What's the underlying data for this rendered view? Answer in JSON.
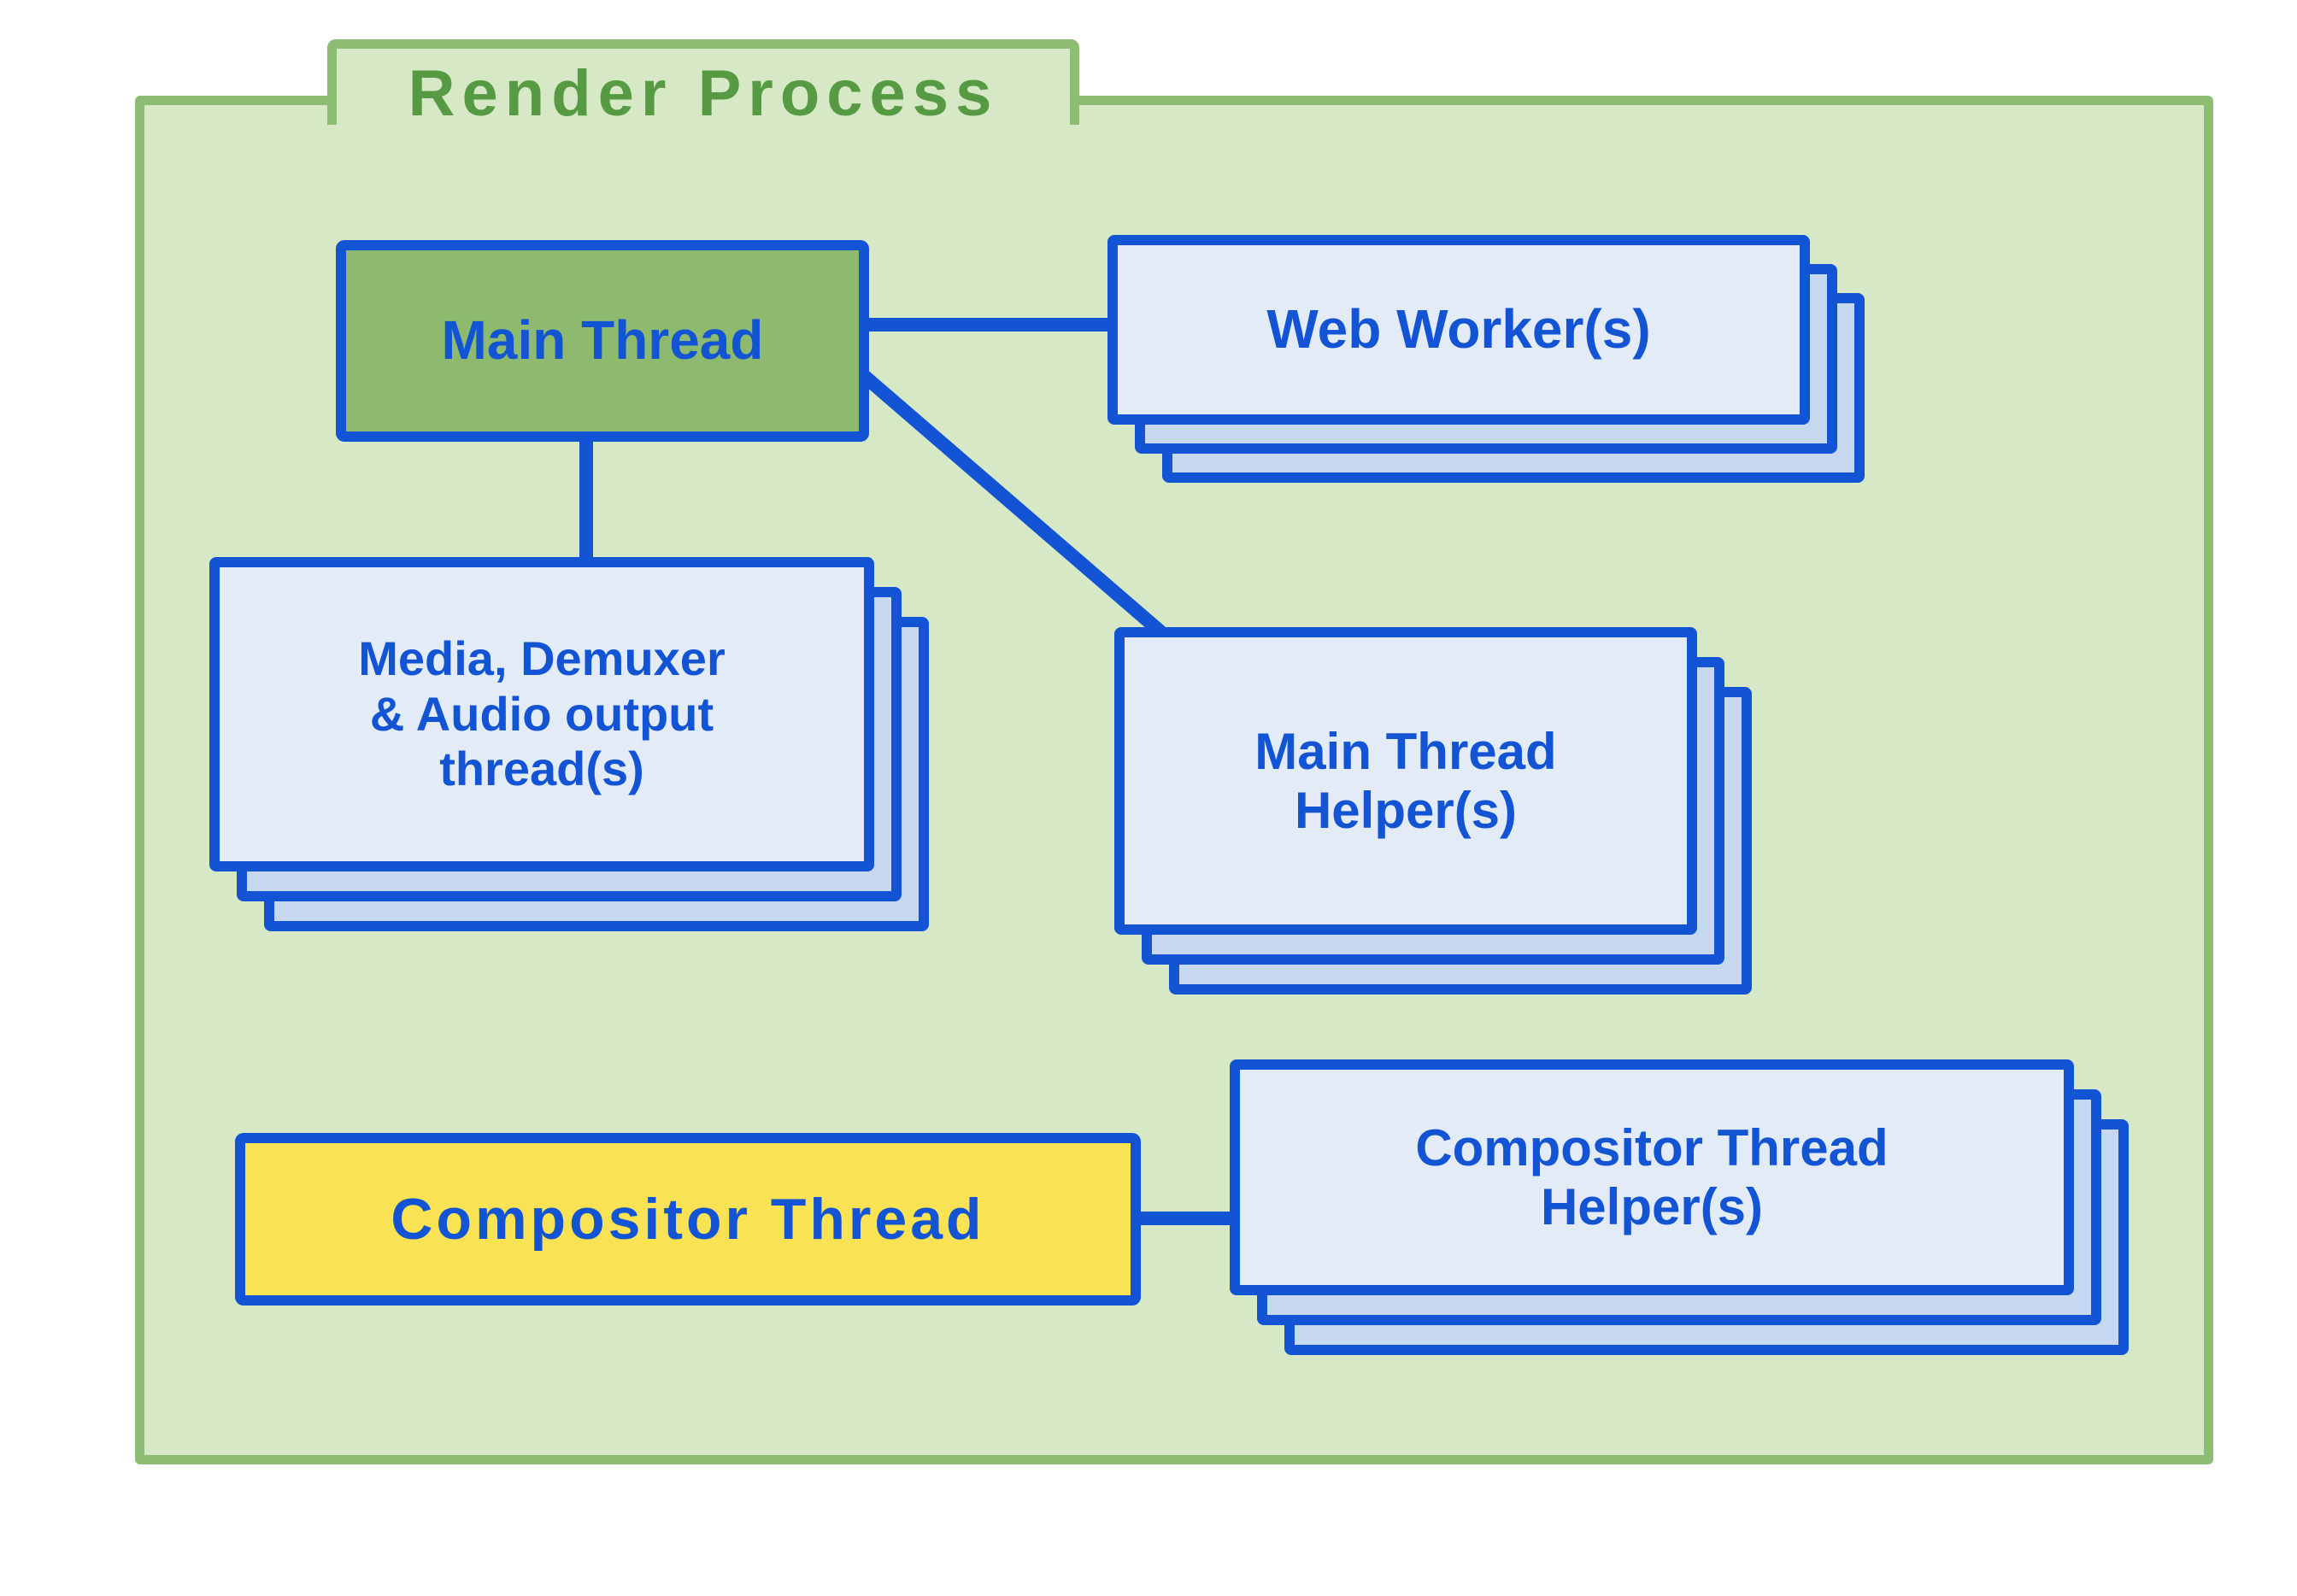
{
  "title": "Render Process",
  "colors": {
    "background": "#ffffff",
    "folder_fill": "#d6e8c5",
    "folder_border": "#8dbd72",
    "title_text": "#579a44",
    "node_border": "#1254d4",
    "node_text": "#1254d4",
    "green_node_fill": "#8dba6e",
    "yellow_node_fill": "#f9e254",
    "card_fill": "#e3ebf7",
    "card_back_fill": "#c6d8ef"
  },
  "nodes": {
    "main_thread": {
      "label": "Main Thread",
      "kind": "single",
      "fill": "green"
    },
    "web_workers": {
      "label": "Web Worker(s)",
      "kind": "stack"
    },
    "media_threads": {
      "label": "Media, Demuxer & Audio output thread(s)",
      "lines": [
        "Media, Demuxer",
        "& Audio output",
        "thread(s)"
      ],
      "kind": "stack"
    },
    "main_thread_helpers": {
      "label": "Main Thread Helper(s)",
      "lines": [
        "Main Thread",
        "Helper(s)"
      ],
      "kind": "stack"
    },
    "compositor_thread": {
      "label": "Compositor Thread",
      "kind": "single",
      "fill": "yellow"
    },
    "compositor_thread_helpers": {
      "label": "Compositor Thread Helper(s)",
      "lines": [
        "Compositor Thread",
        "Helper(s)"
      ],
      "kind": "stack"
    }
  },
  "edges": [
    {
      "from": "main_thread",
      "to": "web_workers"
    },
    {
      "from": "main_thread",
      "to": "media_threads"
    },
    {
      "from": "main_thread",
      "to": "main_thread_helpers"
    },
    {
      "from": "compositor_thread",
      "to": "compositor_thread_helpers"
    }
  ]
}
